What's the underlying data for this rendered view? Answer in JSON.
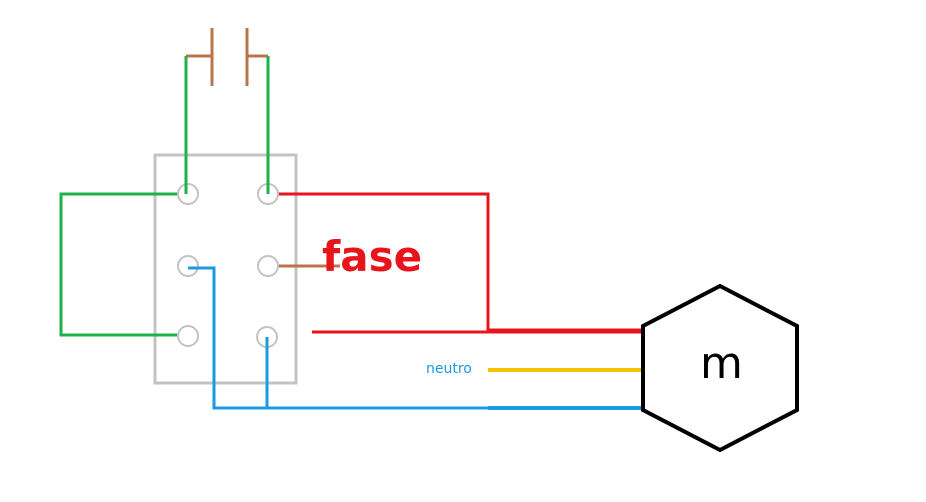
{
  "labels": {
    "fase": "fase",
    "neutro": "neutro",
    "motor": "m"
  },
  "colors": {
    "phase": "#e8141c",
    "neutral": "#f5c400",
    "blue": "#1a9be0",
    "green": "#1fb04a",
    "brown": "#b9764a",
    "box": "#c3c3c3",
    "motor": "#000000"
  },
  "components": {
    "switch": "switch-contact",
    "relay": "relay-box",
    "terminals": 6,
    "motor": "motor-hexagon"
  }
}
